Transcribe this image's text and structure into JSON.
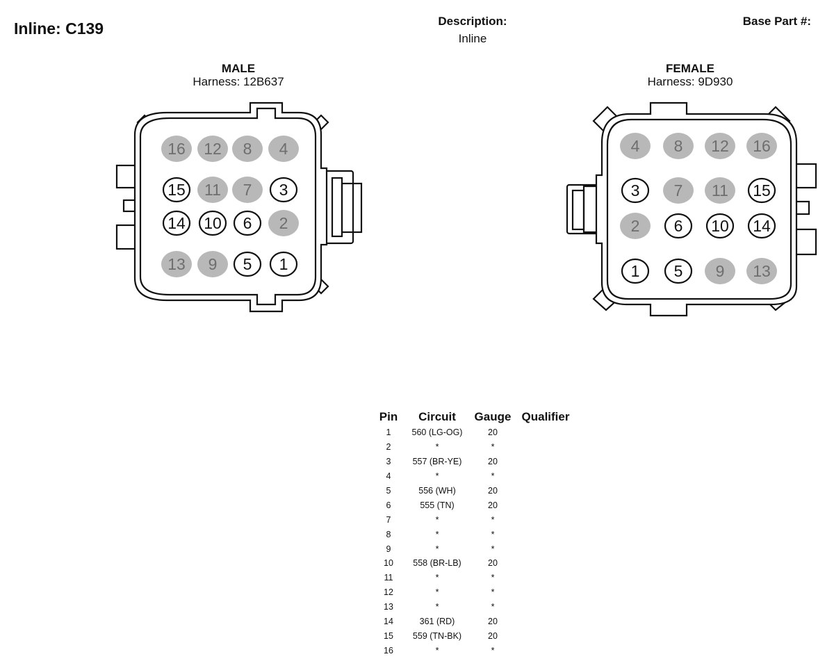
{
  "header": {
    "title": "Inline: C139",
    "description_label": "Description:",
    "description_value": "Inline",
    "base_part_label": "Base Part #:"
  },
  "male": {
    "label": "MALE",
    "harness": "Harness: 12B637",
    "rows": [
      [
        {
          "n": "16",
          "f": true
        },
        {
          "n": "12",
          "f": true
        },
        {
          "n": "8",
          "f": true
        },
        {
          "n": "4",
          "f": true
        }
      ],
      [
        {
          "n": "15",
          "f": false
        },
        {
          "n": "11",
          "f": true
        },
        {
          "n": "7",
          "f": true
        },
        {
          "n": "3",
          "f": false
        }
      ],
      [
        {
          "n": "14",
          "f": false
        },
        {
          "n": "10",
          "f": false
        },
        {
          "n": "6",
          "f": false
        },
        {
          "n": "2",
          "f": true
        }
      ],
      [
        {
          "n": "13",
          "f": true
        },
        {
          "n": "9",
          "f": true
        },
        {
          "n": "5",
          "f": false
        },
        {
          "n": "1",
          "f": false
        }
      ]
    ]
  },
  "female": {
    "label": "FEMALE",
    "harness": "Harness: 9D930",
    "rows": [
      [
        {
          "n": "4",
          "f": true
        },
        {
          "n": "8",
          "f": true
        },
        {
          "n": "12",
          "f": true
        },
        {
          "n": "16",
          "f": true
        }
      ],
      [
        {
          "n": "3",
          "f": false
        },
        {
          "n": "7",
          "f": true
        },
        {
          "n": "11",
          "f": true
        },
        {
          "n": "15",
          "f": false
        }
      ],
      [
        {
          "n": "2",
          "f": true
        },
        {
          "n": "6",
          "f": false
        },
        {
          "n": "10",
          "f": false
        },
        {
          "n": "14",
          "f": false
        }
      ],
      [
        {
          "n": "1",
          "f": false
        },
        {
          "n": "5",
          "f": false
        },
        {
          "n": "9",
          "f": true
        },
        {
          "n": "13",
          "f": true
        }
      ]
    ]
  },
  "colors": {
    "filled_cavity": "#b8b8b8",
    "filled_text": "#6e6e6e",
    "outline": "#111111"
  },
  "table": {
    "headers": [
      "Pin",
      "Circuit",
      "Gauge",
      "Qualifier"
    ],
    "rows": [
      [
        "1",
        "560 (LG-OG)",
        "20",
        ""
      ],
      [
        "2",
        "*",
        "*",
        ""
      ],
      [
        "3",
        "557 (BR-YE)",
        "20",
        ""
      ],
      [
        "4",
        "*",
        "*",
        ""
      ],
      [
        "5",
        "556 (WH)",
        "20",
        ""
      ],
      [
        "6",
        "555 (TN)",
        "20",
        ""
      ],
      [
        "7",
        "*",
        "*",
        ""
      ],
      [
        "8",
        "*",
        "*",
        ""
      ],
      [
        "9",
        "*",
        "*",
        ""
      ],
      [
        "10",
        "558 (BR-LB)",
        "20",
        ""
      ],
      [
        "11",
        "*",
        "*",
        ""
      ],
      [
        "12",
        "*",
        "*",
        ""
      ],
      [
        "13",
        "*",
        "*",
        ""
      ],
      [
        "14",
        "361 (RD)",
        "20",
        ""
      ],
      [
        "15",
        "559 (TN-BK)",
        "20",
        ""
      ],
      [
        "16",
        "*",
        "*",
        ""
      ]
    ]
  }
}
